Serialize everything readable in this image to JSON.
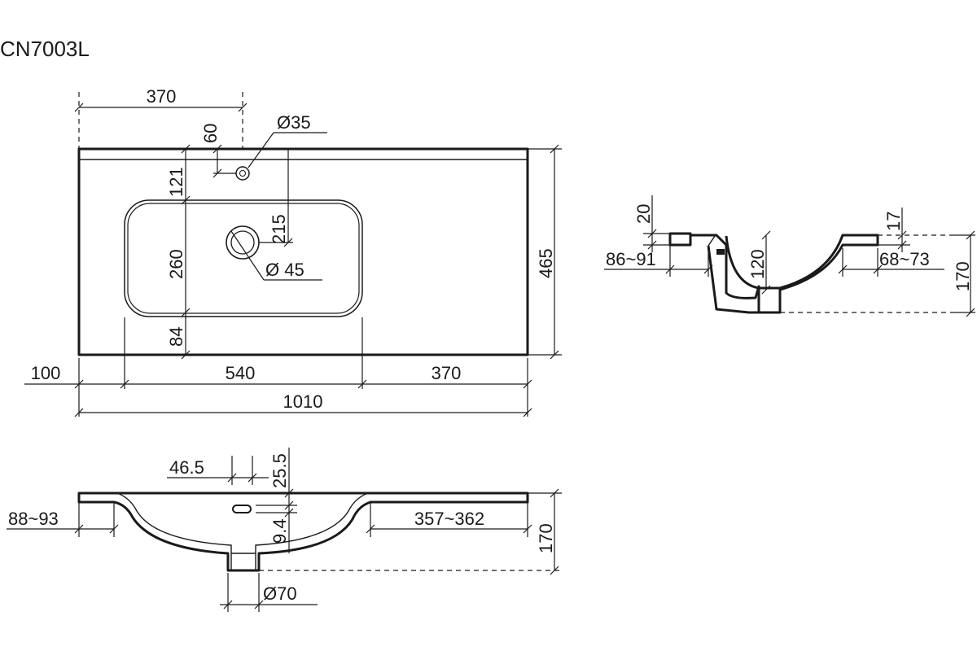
{
  "model": "CN7003L",
  "top_view": {
    "tap_offset_x": "370",
    "tap_offset_y": "60",
    "tap_hole_dia": "Ø35",
    "edge_to_bowl": "121",
    "tap_to_drain": "215",
    "bowl_depth": "260",
    "front_margin": "84",
    "drain_dia": "Ø 45",
    "overall_depth": "465",
    "left_margin": "100",
    "bowl_width": "540",
    "right_margin": "370",
    "overall_width": "1010"
  },
  "side_view": {
    "rim_thickness": "20",
    "right_rim": "17",
    "left_offset": "86~91",
    "bowl_height": "120",
    "right_offset": "68~73",
    "overall_height": "170"
  },
  "front_view": {
    "overflow_offset": "46.5",
    "overflow_depth": "25.5",
    "overflow_height": "9.4",
    "left_offset": "88~93",
    "right_offset": "357~362",
    "overall_height": "170",
    "drain_dia": "Ø70"
  }
}
